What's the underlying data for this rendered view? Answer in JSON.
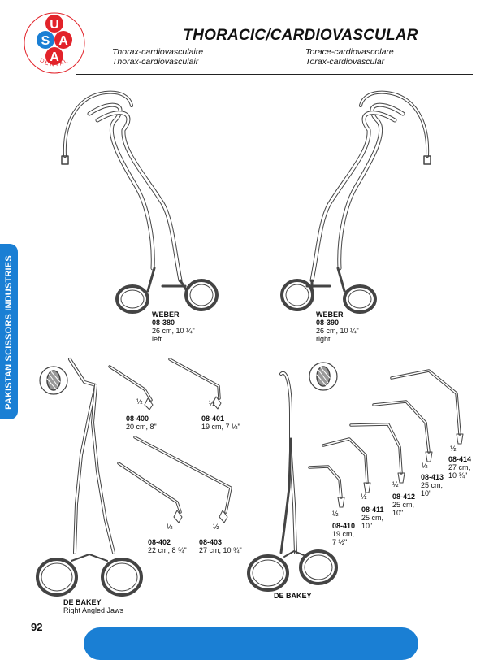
{
  "logo": {
    "letters": [
      "U",
      "S",
      "A"
    ],
    "ring_text": "DENTAL",
    "colors": {
      "red": "#e2232a",
      "blue": "#1a7fd4"
    }
  },
  "header": {
    "title": "THORACIC/CARDIOVASCULAR",
    "translations": [
      "Thorax-cardiovasculaire",
      "Thorax-cardiovasculair",
      "Torace-cardiovascolare",
      "Torax-cardiovascular"
    ]
  },
  "side_tab": {
    "label": "PAKISTAN SCISSORS INDUSTRIES",
    "color": "#1a7fd4"
  },
  "products": [
    {
      "name": "WEBER",
      "code": "08-380",
      "size": "26 cm, 10 ¼\"",
      "note": "left"
    },
    {
      "name": "WEBER",
      "code": "08-390",
      "size": "26 cm, 10 ¼\"",
      "note": "right"
    },
    {
      "code": "08-400",
      "size": "20 cm, 8\"",
      "tip": "½"
    },
    {
      "code": "08-401",
      "size": "19 cm, 7 ½\"",
      "tip": "½"
    },
    {
      "code": "08-402",
      "size": "22 cm, 8 ¾\"",
      "tip": "½"
    },
    {
      "code": "08-403",
      "size": "27 cm, 10 ¾\"",
      "tip": "½"
    },
    {
      "name": "DE BAKEY",
      "note": "Right Angled Jaws"
    },
    {
      "name": "DE BAKEY"
    },
    {
      "code": "08-410",
      "size_l1": "19 cm,",
      "size_l2": "7 ½\"",
      "tip": "½"
    },
    {
      "code": "08-411",
      "size_l1": "25 cm,",
      "size_l2": "10\"",
      "tip": "½"
    },
    {
      "code": "08-412",
      "size_l1": "25 cm,",
      "size_l2": "10\"",
      "tip": "½"
    },
    {
      "code": "08-413",
      "size_l1": "25 cm,",
      "size_l2": "10\"",
      "tip": "½"
    },
    {
      "code": "08-414",
      "size_l1": "27 cm,",
      "size_l2": "10 ¾\"",
      "tip": "½"
    }
  ],
  "page_number": "92"
}
